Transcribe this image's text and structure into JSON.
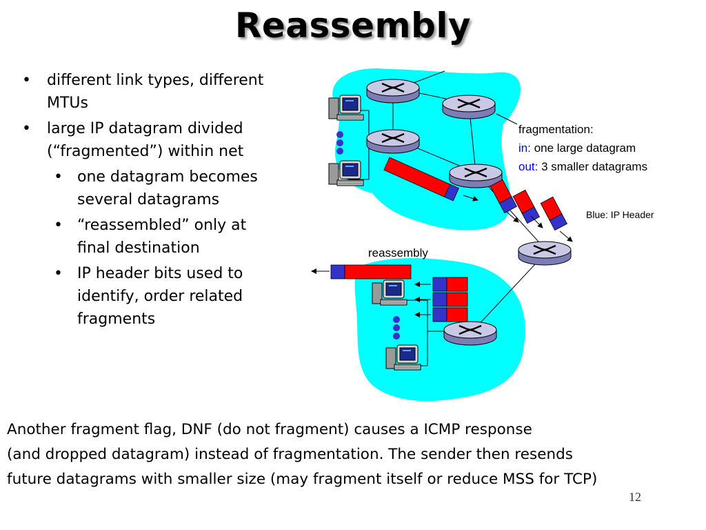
{
  "slide": {
    "title": "Reassembly",
    "page_number": "12"
  },
  "bullets": [
    {
      "level": 1,
      "lines": [
        "different link types, different",
        "MTUs"
      ]
    },
    {
      "level": 1,
      "lines": [
        "large IP datagram divided",
        "(“fragmented”) within net"
      ]
    },
    {
      "level": 2,
      "lines": [
        "one datagram becomes",
        "several datagrams"
      ]
    },
    {
      "level": 2,
      "lines": [
        "“reassembled” only at",
        "final destination"
      ]
    },
    {
      "level": 2,
      "lines": [
        "IP header bits used to",
        "identify, order related",
        "fragments"
      ]
    }
  ],
  "diagram": {
    "fragmentation_label": "fragmentation:",
    "in_prefix": "in:",
    "in_text": " one large datagram",
    "out_prefix": "out:",
    "out_text": " 3 smaller datagrams",
    "header_note": "Blue: IP Header",
    "reassembly_label": "reassembly",
    "colors": {
      "cloud": "#00ffff",
      "data": "#ff0000",
      "header": "#3333cc",
      "label_blue": "#0000ff"
    }
  },
  "footer": {
    "lines": [
      "Another fragment flag, DNF (do not fragment) causes a ICMP response",
      "(and dropped datagram) instead of fragmentation.  The sender then resends",
      "future datagrams with smaller size (may fragment itself or reduce MSS for TCP)"
    ]
  }
}
